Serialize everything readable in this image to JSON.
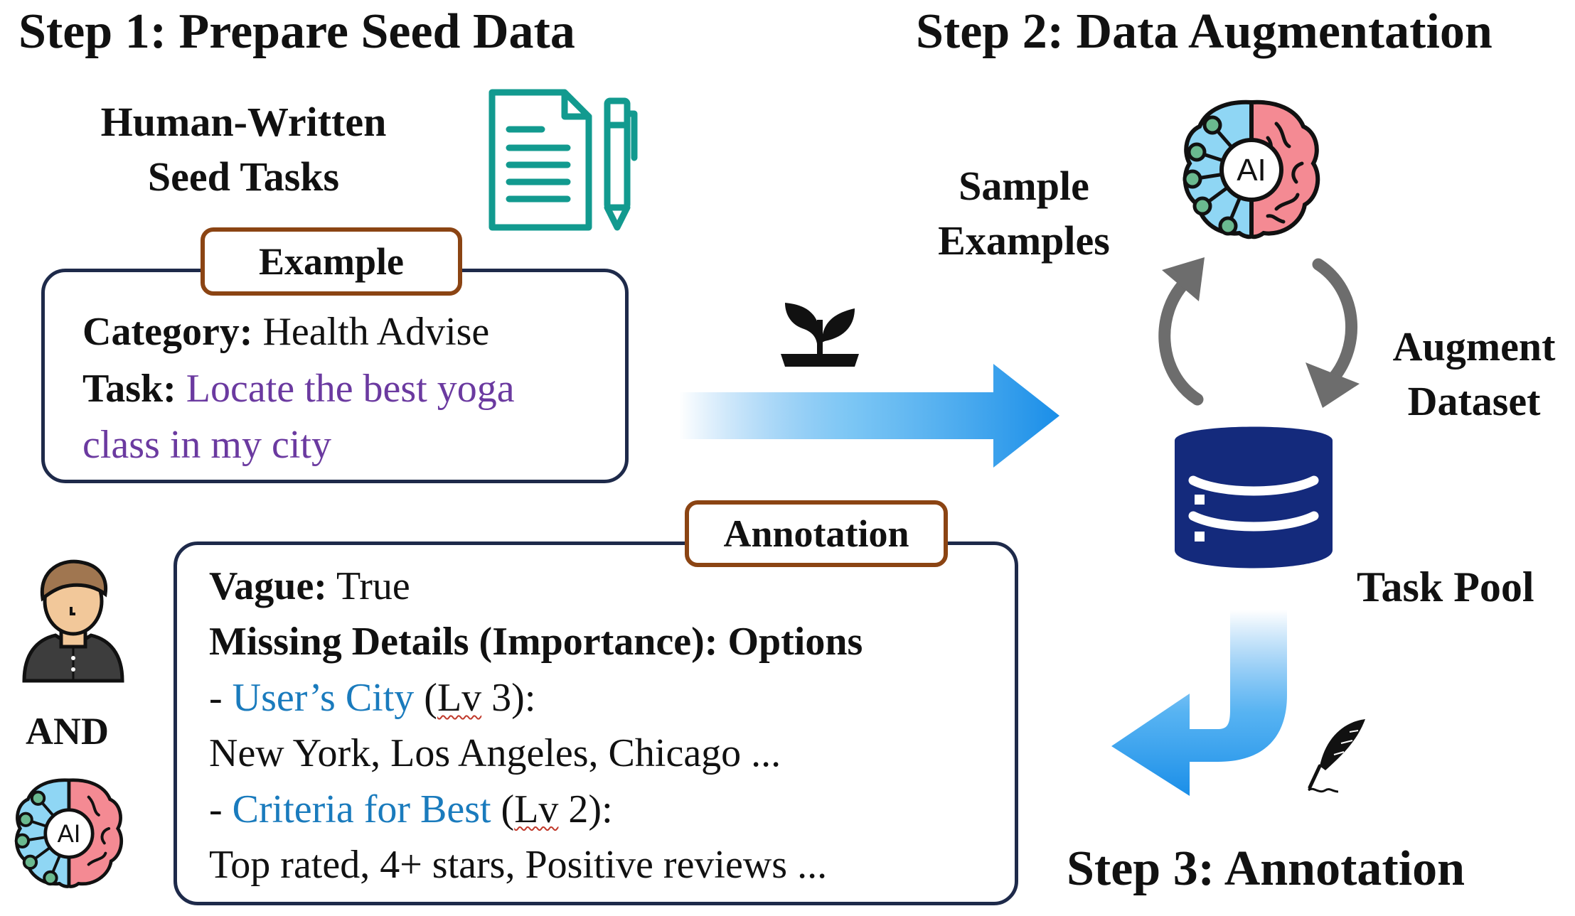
{
  "step1": {
    "title": "Step 1: Prepare Seed Data"
  },
  "step2": {
    "title": "Step 2: Data Augmentation"
  },
  "step3": {
    "title": "Step 3: Annotation"
  },
  "seed": {
    "line1": "Human-Written",
    "line2": "Seed Tasks"
  },
  "example": {
    "tag": "Example",
    "category_label": "Category:",
    "category_value": "Health Advise",
    "task_label": "Task:",
    "task_value_line1": "Locate the best yoga",
    "task_value_line2": "class in my city"
  },
  "sample": {
    "line1": "Sample",
    "line2": "Examples"
  },
  "augment": {
    "line1": "Augment",
    "line2": "Dataset"
  },
  "pool": {
    "label": "Task Pool"
  },
  "ai_badge": "AI",
  "and_label": "AND",
  "annotation": {
    "tag": "Annotation",
    "vague_label": "Vague:",
    "vague_value": "True",
    "missing_label": "Missing Details (Importance): Options",
    "item1_dash": "- ",
    "item1_name": "User’s City",
    "item1_open": " (",
    "item1_lv": "Lv",
    "item1_close": " 3):",
    "item1_options": "New York, Los Angeles, Chicago ...",
    "item2_dash": "- ",
    "item2_name": "Criteria for Best",
    "item2_open": " (",
    "item2_lv": "Lv",
    "item2_close": " 2):",
    "item2_options": "Top rated, 4+ stars, Positive reviews ..."
  },
  "colors": {
    "teal": "#129a8f",
    "brown": "#8b4413",
    "navy": "#1e2a4a",
    "purple": "#6b3aa0",
    "blue": "#1a7bbd",
    "db": "#142a7c",
    "cycle_gray": "#6d6d6d",
    "arrow_blue": "#1a8ee8"
  },
  "icons": {
    "document": "document-with-pen-icon",
    "sprout": "sprout-icon",
    "ai_brain": "ai-brain-icon",
    "database": "database-icon",
    "person": "person-icon",
    "feather": "feather-quill-icon"
  }
}
